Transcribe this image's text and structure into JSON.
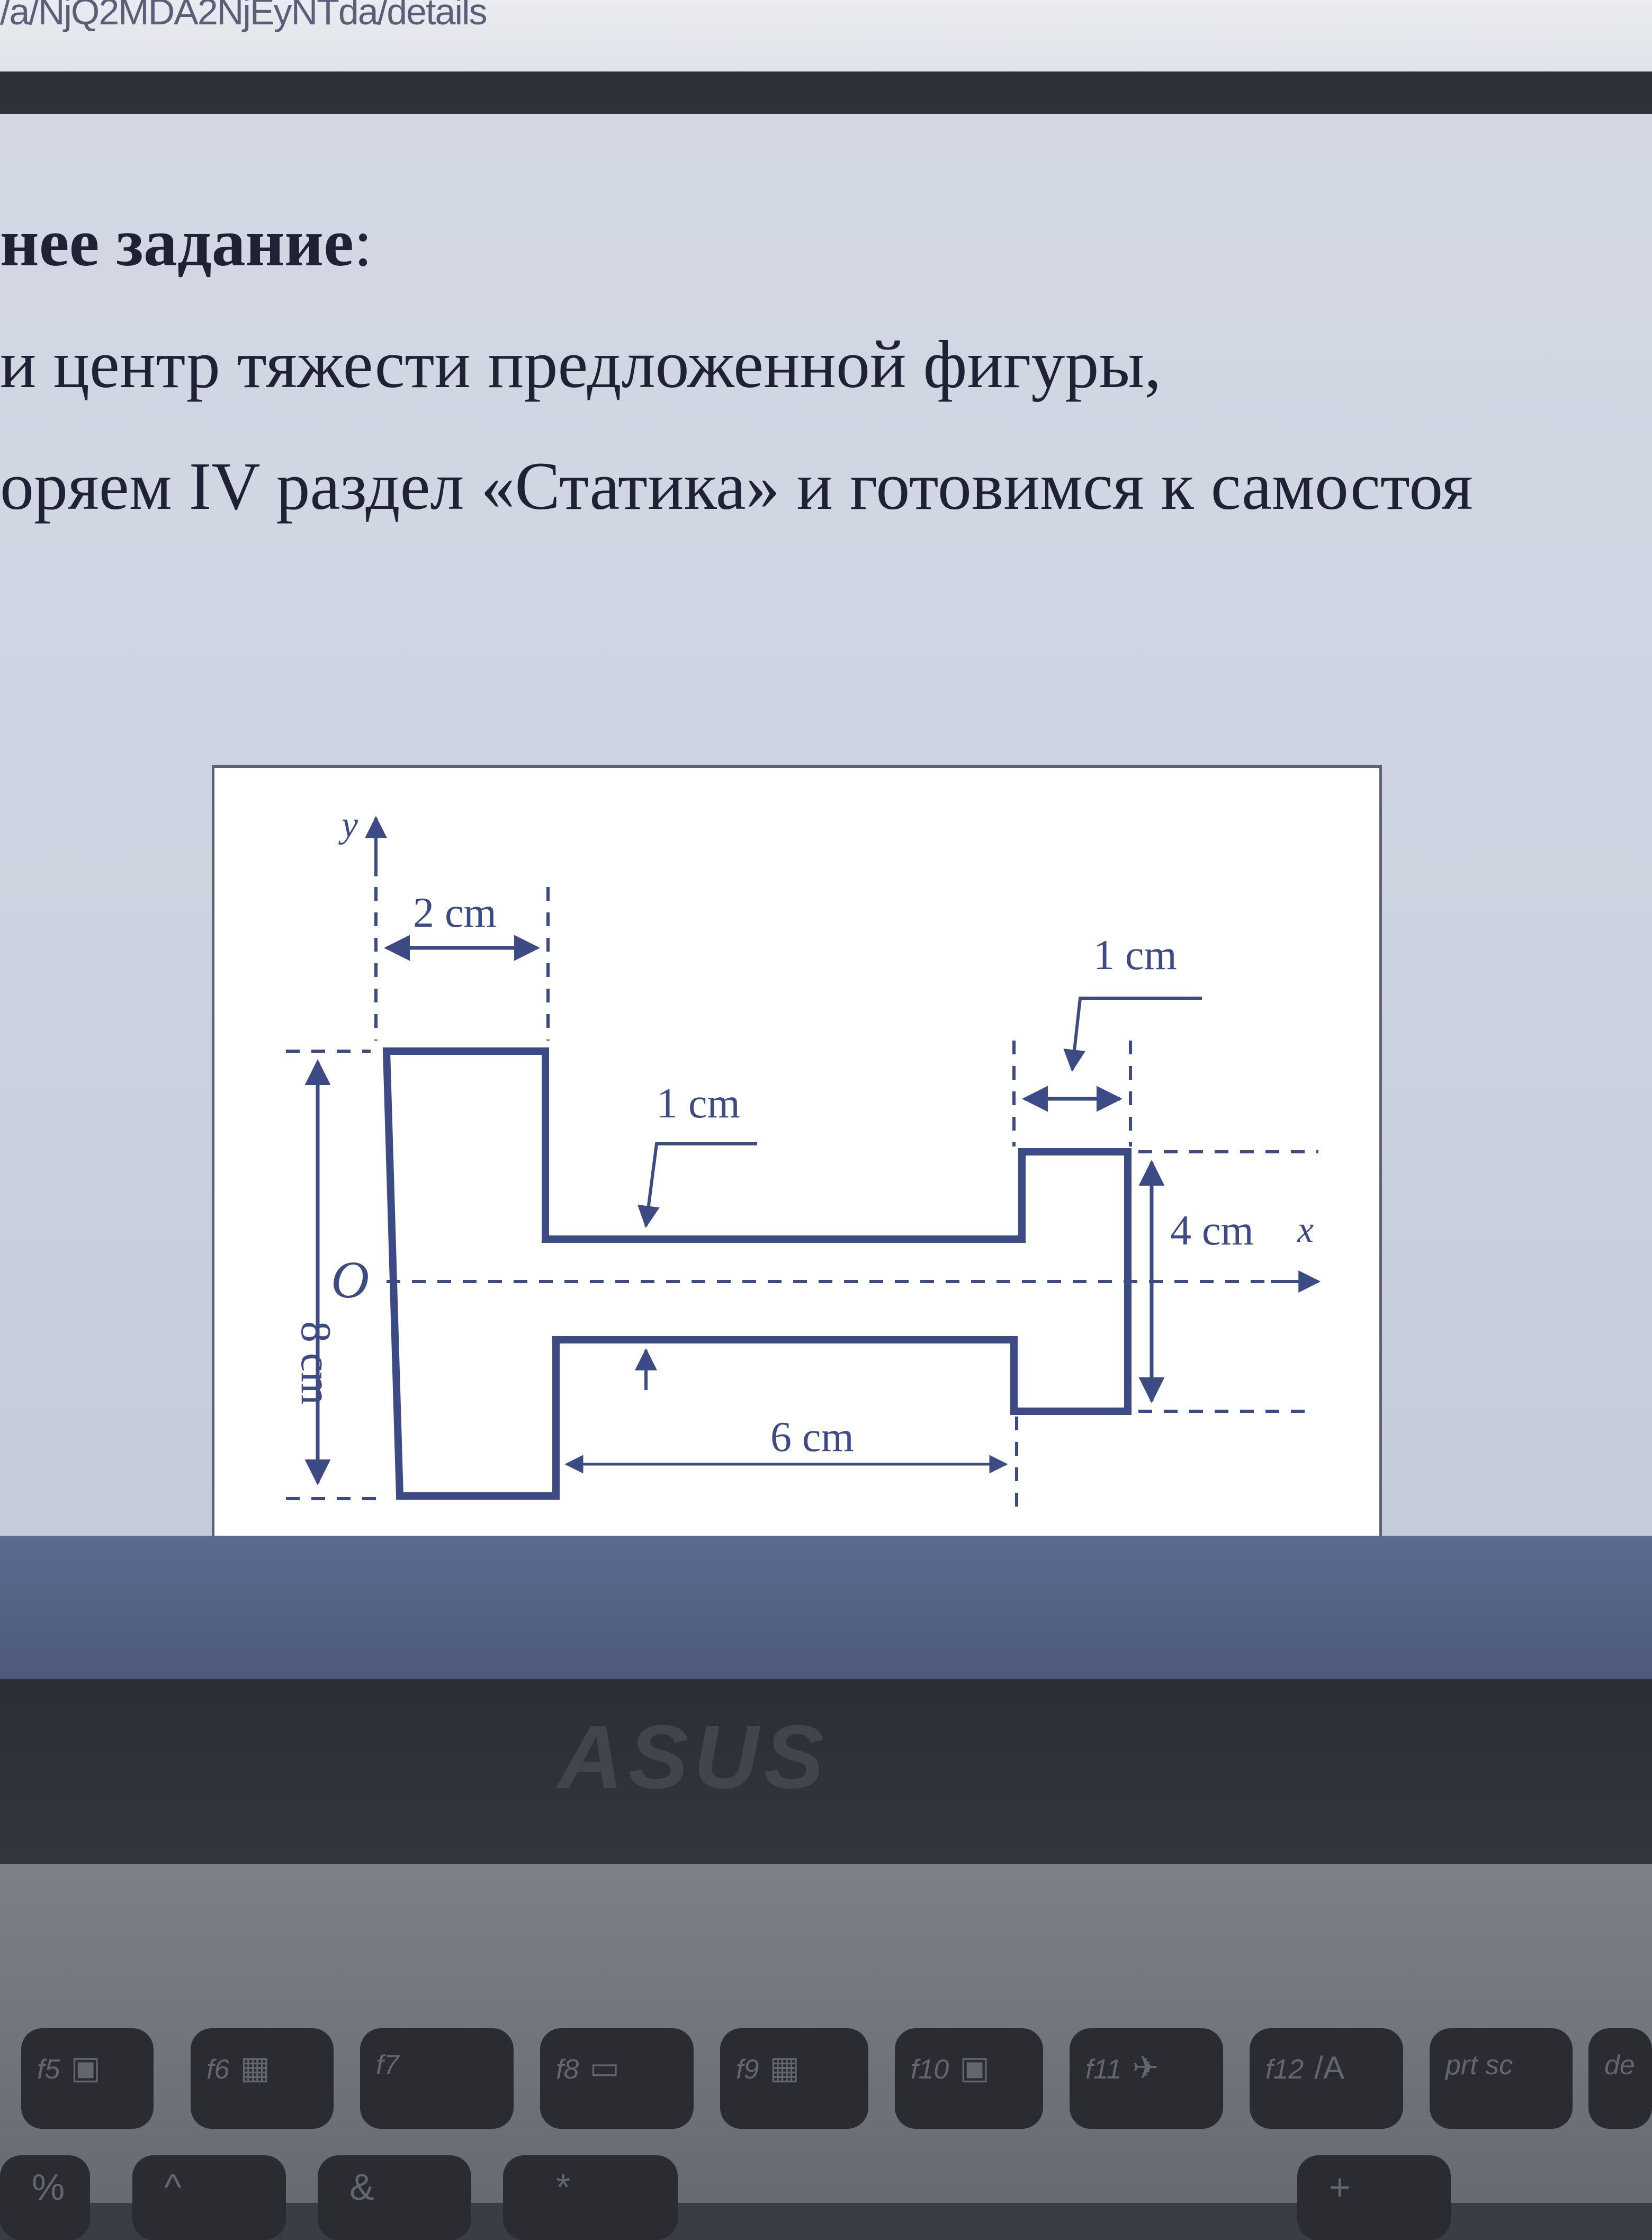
{
  "browser": {
    "url": "/a/NjQ2MDA2NjEyNTda/details"
  },
  "content": {
    "heading_bold": "нее задание",
    "heading_colon": ":",
    "line2": "и центр тяжести предложенной фигуры,",
    "line3": "оряем IV раздел «Статика» и готовимся к самостоя"
  },
  "figure": {
    "axis_y": "y",
    "axis_x": "x",
    "origin": "O",
    "dim_top_left_width": "2 cm",
    "dim_total_height": "8 cm",
    "dim_web_thickness": "1 cm",
    "dim_right_flange_width": "1 cm",
    "dim_right_flange_height": "4 cm",
    "dim_web_length": "6 cm",
    "line_color": "#3c4a86"
  },
  "laptop": {
    "brand": "ASUS",
    "function_keys": [
      {
        "label": "f5",
        "icon": "camera-icon"
      },
      {
        "label": "f6",
        "icon": "crop-icon"
      },
      {
        "label": "f7",
        "icon": ""
      },
      {
        "label": "f8",
        "icon": "display-switch-icon"
      },
      {
        "label": "f9",
        "icon": "windows-lock-icon"
      },
      {
        "label": "f10",
        "icon": "camera-icon"
      },
      {
        "label": "f11",
        "icon": "airplane-mode-icon"
      },
      {
        "label": "f12",
        "icon": "asus-icon"
      },
      {
        "label": "prt sc",
        "icon": ""
      },
      {
        "label": "de",
        "icon": ""
      }
    ],
    "number_row": [
      "%",
      "^",
      "&",
      "?",
      "*",
      "+"
    ]
  }
}
